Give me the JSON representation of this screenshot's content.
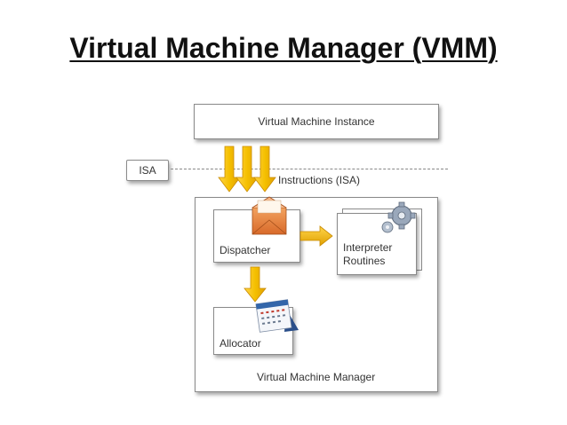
{
  "title": "Virtual Machine Manager (VMM)",
  "diagram": {
    "virtual_machine_instance": "Virtual Machine Instance",
    "isa": "ISA",
    "instructions": "Instructions (ISA)",
    "dispatcher": "Dispatcher",
    "interpreter_routines": "Interpreter Routines",
    "allocator": "Allocator",
    "virtual_machine_manager": "Virtual Machine Manager"
  },
  "colors": {
    "arrow_fill": "#f5c000",
    "arrow_stroke": "#c98a00",
    "envelope": "#e8843a",
    "gear": "#8f9db0",
    "calendar_blue": "#3366aa"
  },
  "icons": [
    "envelope-icon",
    "gears-icon",
    "calendar-icon"
  ]
}
